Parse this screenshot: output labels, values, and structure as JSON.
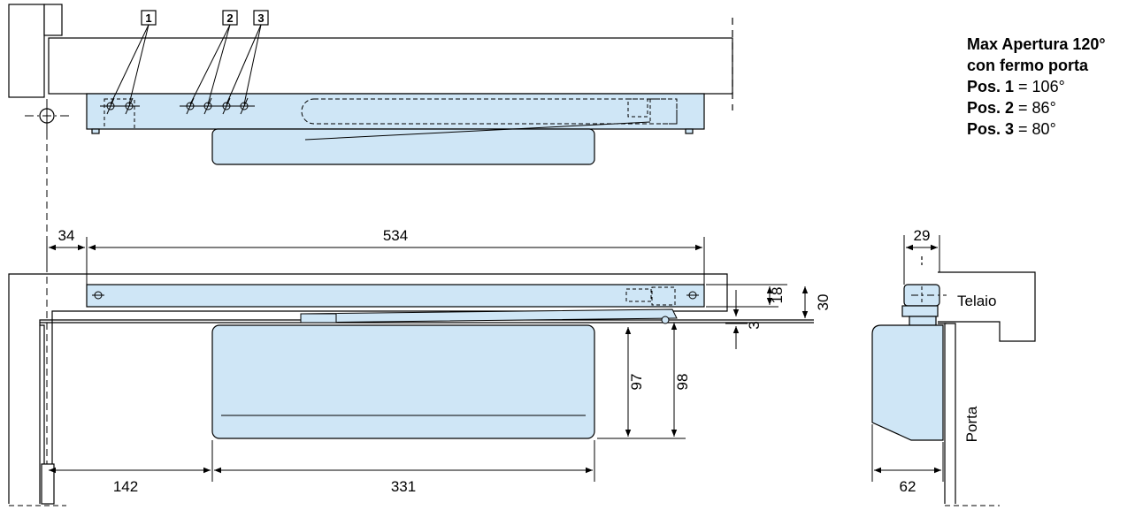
{
  "callouts": [
    "1",
    "2",
    "3"
  ],
  "notes": {
    "title_line1": "Max Apertura 120°",
    "title_line2": "con fermo porta",
    "positions": [
      {
        "label": "Pos. ",
        "num": "1",
        "value": " = 106°"
      },
      {
        "label": "Pos. ",
        "num": "2",
        "value": " = 86°"
      },
      {
        "label": "Pos. ",
        "num": "3",
        "value": " = 80°"
      }
    ]
  },
  "dimensions": {
    "d34": "34",
    "d534": "534",
    "d18": "18",
    "d30": "30",
    "d3": "3",
    "d97": "97",
    "d98": "98",
    "d142": "142",
    "d331": "331",
    "d29": "29",
    "d62": "62"
  },
  "labels": {
    "frame": "Telaio",
    "door": "Porta"
  },
  "colors": {
    "fill": "#cfe6f6",
    "stroke": "#000000"
  }
}
